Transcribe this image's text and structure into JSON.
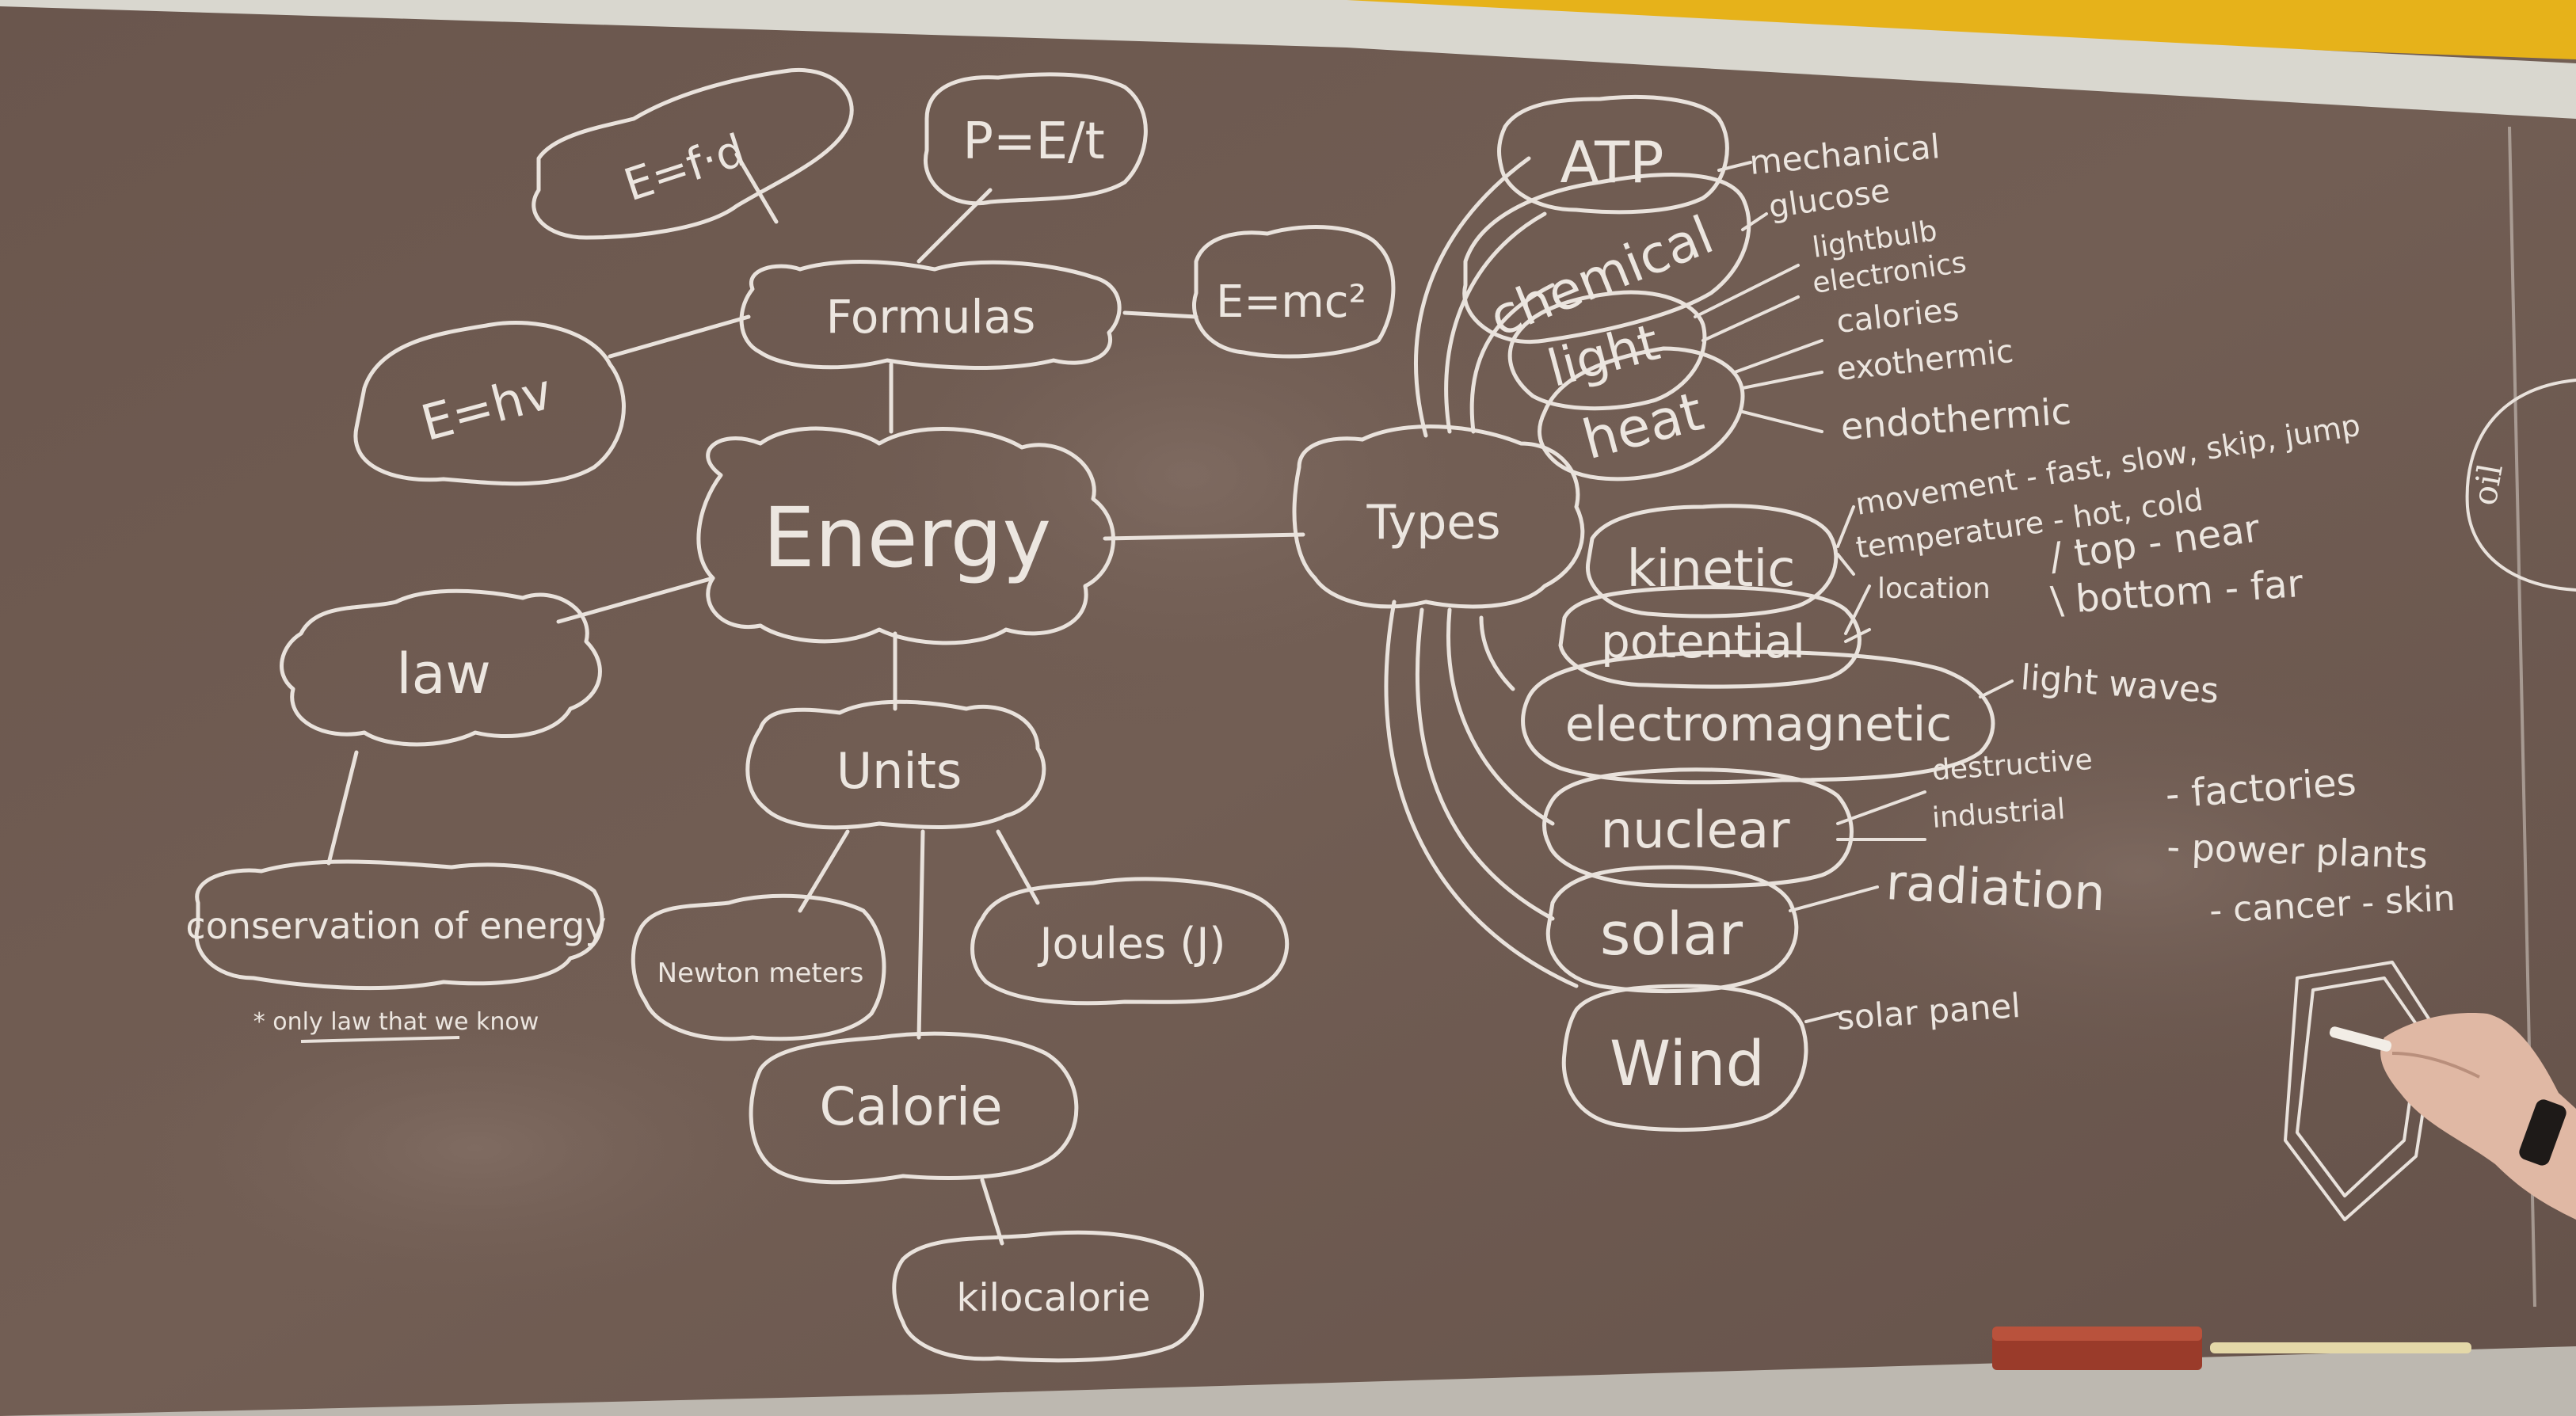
{
  "board": {
    "center": "Energy",
    "formulas": {
      "hub": "Formulas",
      "items": [
        "E=f·d",
        "P=E/t",
        "E=mc²",
        "E=hv"
      ]
    },
    "law": {
      "hub": "law",
      "child": "conservation of energy",
      "note": "* only law that we know"
    },
    "units": {
      "hub": "Units",
      "items": [
        "Newton meters",
        "Joules (J)",
        "Calorie",
        "kilocalorie"
      ]
    },
    "types": {
      "hub": "Types",
      "items": [
        "ATP",
        "chemical",
        "light",
        "heat",
        "kinetic",
        "potential",
        "electromagnetic",
        "nuclear",
        "solar",
        "Wind"
      ],
      "notes": [
        "mechanical",
        "glucose",
        "lightbulb",
        "electronics",
        "calories",
        "exothermic",
        "endothermic",
        "movement - fast, slow, skip, jump",
        "temperature - hot, cold",
        "location",
        "/ top - near",
        "\\ bottom - far",
        "light waves",
        "destructive",
        "industrial",
        "- factories",
        "- power plants",
        "radiation",
        "- cancer - skin",
        "solar panel"
      ]
    }
  },
  "colors": {
    "board": "#6e5a50",
    "chalk": "#e9e2dc",
    "frame": "#d9d7cf",
    "wall_yellow": "#e6b21a"
  }
}
